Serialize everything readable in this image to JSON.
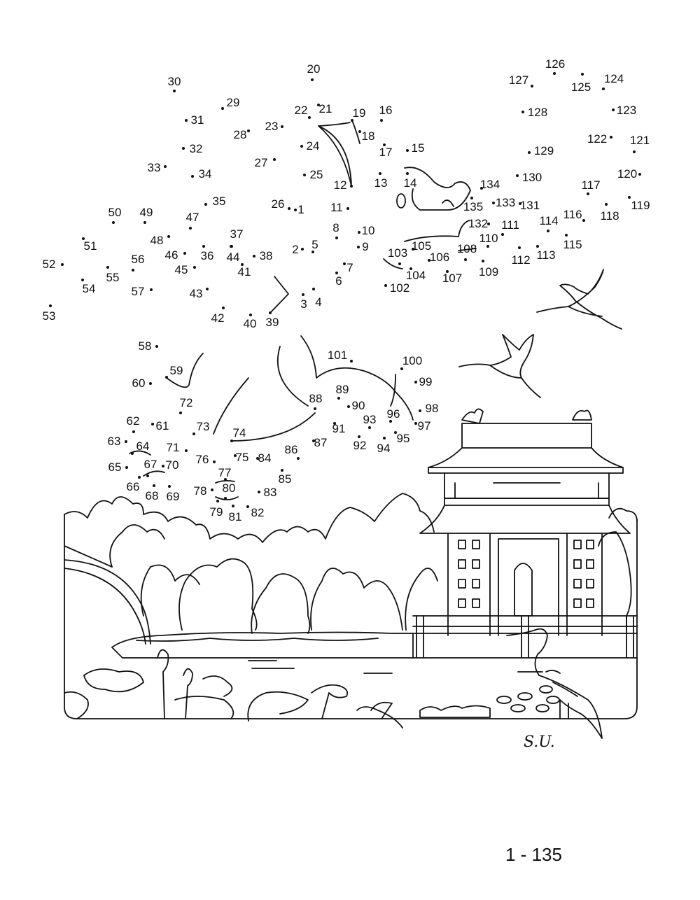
{
  "puzzle": {
    "range_label": "1 - 135",
    "signature": "S.U.",
    "dots": [
      "1",
      "2",
      "3",
      "4",
      "5",
      "6",
      "7",
      "8",
      "9",
      "10",
      "11",
      "12",
      "13",
      "14",
      "15",
      "16",
      "17",
      "18",
      "19",
      "20",
      "21",
      "22",
      "23",
      "24",
      "25",
      "26",
      "27",
      "28",
      "29",
      "30",
      "31",
      "32",
      "33",
      "34",
      "35",
      "36",
      "37",
      "38",
      "39",
      "40",
      "41",
      "42",
      "43",
      "44",
      "45",
      "46",
      "47",
      "48",
      "49",
      "50",
      "51",
      "52",
      "53",
      "54",
      "55",
      "56",
      "57",
      "58",
      "59",
      "60",
      "61",
      "62",
      "63",
      "64",
      "65",
      "66",
      "67",
      "68",
      "69",
      "70",
      "71",
      "72",
      "73",
      "74",
      "75",
      "76",
      "77",
      "78",
      "79",
      "80",
      "81",
      "82",
      "83",
      "84",
      "85",
      "86",
      "87",
      "88",
      "89",
      "90",
      "91",
      "92",
      "93",
      "94",
      "95",
      "96",
      "97",
      "98",
      "99",
      "100",
      "101",
      "102",
      "103",
      "104",
      "105",
      "106",
      "107",
      "108",
      "109",
      "110",
      "111",
      "112",
      "113",
      "114",
      "115",
      "116",
      "117",
      "118",
      "119",
      "120",
      "121",
      "122",
      "123",
      "124",
      "125",
      "126",
      "127",
      "128",
      "129",
      "130",
      "131",
      "132",
      "133",
      "134",
      "135"
    ]
  }
}
